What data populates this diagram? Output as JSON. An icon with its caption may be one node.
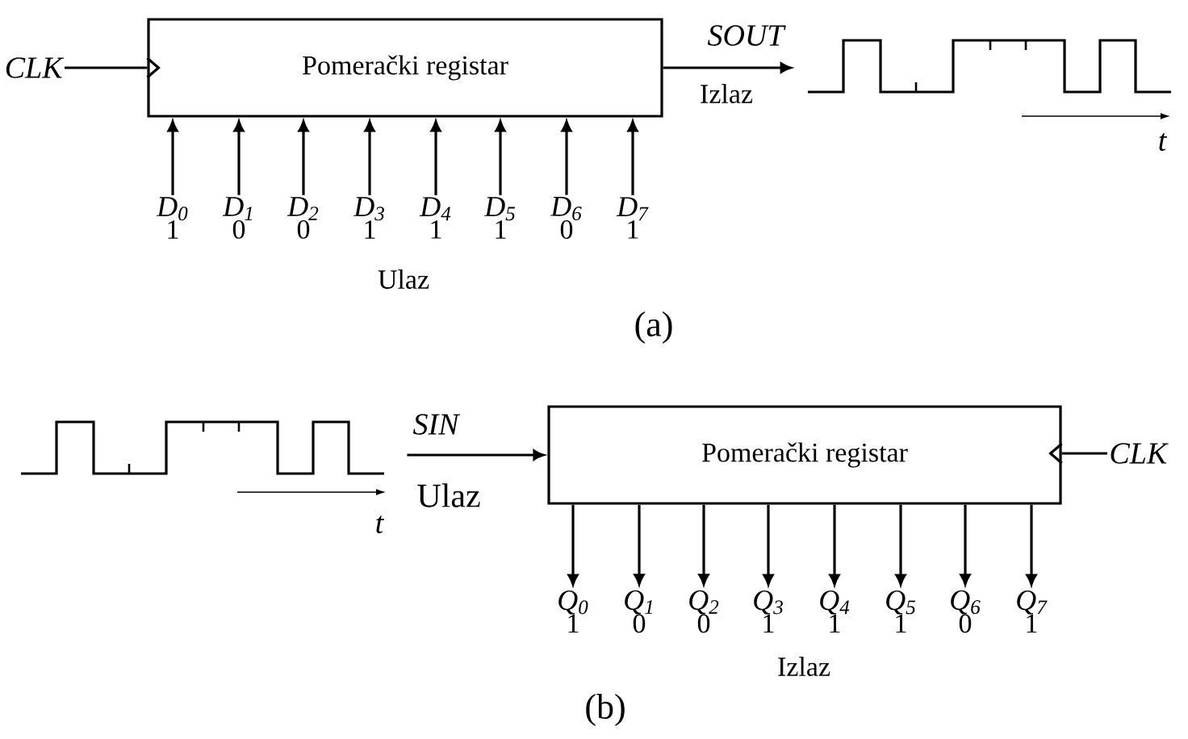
{
  "diagram": {
    "nodes": [
      {
        "text": [
          "CLK"
        ]
      },
      {
        "text": [
          "Pomerački registar"
        ]
      },
      {
        "text": [
          "D$_{0}$",
          "1"
        ]
      },
      {
        "text": [
          "D$_{1}$",
          "0"
        ]
      },
      {
        "text": [
          "D$_{2}$",
          "0"
        ]
      },
      {
        "text": [
          "D$_{3}$",
          "1"
        ]
      },
      {
        "text": [
          "D$_{4}$",
          "1"
        ]
      },
      {
        "text": [
          "D$_{5}$",
          "1"
        ]
      },
      {
        "text": [
          "D$_{6}$",
          "0"
        ]
      },
      {
        "text": [
          "D$_{7}$",
          "1"
        ]
      },
      {
        "text": [],
        "shape": "picture"
      },
      {
        "text": [],
        "shape": "picture"
      },
      {
        "text": [
          "Pomerački registar"
        ]
      },
      {
        "text": [
          "CLK"
        ]
      },
      {
        "text": [
          "Q$_{0}$",
          "1"
        ]
      },
      {
        "text": [
          "Q$_{1}$",
          "0"
        ]
      },
      {
        "text": [
          "Q$_{2}$",
          "0"
        ]
      },
      {
        "text": [
          "Q$_{3}$",
          "1"
        ]
      },
      {
        "text": [
          "Q$_{4}$",
          "1"
        ]
      },
      {
        "text": [
          "Q$_{5}$",
          "1"
        ]
      },
      {
        "text": [
          "Q$_{6}$",
          "0"
        ]
      },
      {
        "text": [
          "Q$_{7}$",
          "1"
        ]
      }
    ],
    "edges": [
      {
        "from": 0,
        "to": 1,
        "arrow": "to"
      },
      {
        "from": 2,
        "to": 1,
        "arrow": "to"
      },
      {
        "from": 3,
        "to": 1,
        "arrow": "to"
      },
      {
        "from": 4,
        "to": 1,
        "arrow": "to"
      },
      {
        "from": 5,
        "to": 1,
        "arrow": "to"
      },
      {
        "from": 6,
        "to": 1,
        "arrow": "to"
      },
      {
        "from": 7,
        "to": 1,
        "arrow": "to"
      },
      {
        "from": 8,
        "to": 1,
        "arrow": "to"
      },
      {
        "from": 9,
        "to": 1,
        "arrow": "to"
      },
      {
        "from": 1,
        "to": 10,
        "arrow": "to",
        "label": "SOUT"
      },
      {
        "from": 11,
        "to": 12,
        "arrow": "to",
        "label": "SIN"
      },
      {
        "from": 13,
        "to": 12,
        "arrow": "to"
      },
      {
        "from": 12,
        "to": 14,
        "arrow": "to"
      },
      {
        "from": 12,
        "to": 15,
        "arrow": "to"
      },
      {
        "from": 12,
        "to": 16,
        "arrow": "to"
      },
      {
        "from": 12,
        "to": 17,
        "arrow": "to"
      },
      {
        "from": 12,
        "to": 18,
        "arrow": "to"
      },
      {
        "from": 12,
        "to": 19,
        "arrow": "to"
      },
      {
        "from": 12,
        "to": 20,
        "arrow": "to"
      },
      {
        "from": 12,
        "to": 21,
        "arrow": "to"
      }
    ],
    "labels": [
      "Izlaz",
      "t",
      "Ulaz",
      "(a)",
      "Ulaz",
      "t",
      "Izlaz",
      "(b)"
    ]
  }
}
